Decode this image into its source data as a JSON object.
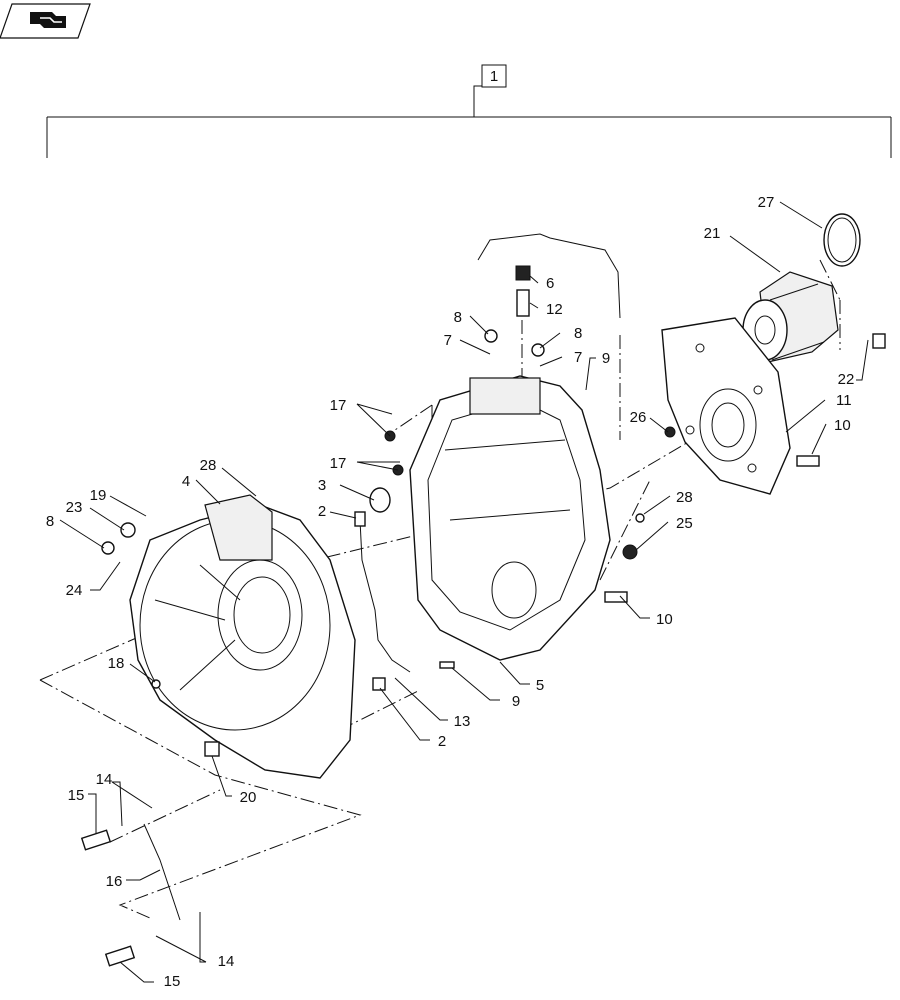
{
  "navigation": {
    "icon": "book-icon"
  },
  "assembly": {
    "label": "1"
  },
  "callouts": [
    {
      "id": "c-27",
      "text": "27"
    },
    {
      "id": "c-21",
      "text": "21"
    },
    {
      "id": "c-6",
      "text": "6"
    },
    {
      "id": "c-12",
      "text": "12"
    },
    {
      "id": "c-8a",
      "text": "8"
    },
    {
      "id": "c-8b",
      "text": "8"
    },
    {
      "id": "c-7a",
      "text": "7"
    },
    {
      "id": "c-7b",
      "text": "7"
    },
    {
      "id": "c-9a",
      "text": "9"
    },
    {
      "id": "c-22",
      "text": "22"
    },
    {
      "id": "c-26",
      "text": "26"
    },
    {
      "id": "c-11",
      "text": "11"
    },
    {
      "id": "c-10a",
      "text": "10"
    },
    {
      "id": "c-17a",
      "text": "17"
    },
    {
      "id": "c-17b",
      "text": "17"
    },
    {
      "id": "c-28a",
      "text": "28"
    },
    {
      "id": "c-4",
      "text": "4"
    },
    {
      "id": "c-3",
      "text": "3"
    },
    {
      "id": "c-19",
      "text": "19"
    },
    {
      "id": "c-23",
      "text": "23"
    },
    {
      "id": "c-2a",
      "text": "2"
    },
    {
      "id": "c-8c",
      "text": "8"
    },
    {
      "id": "c-24",
      "text": "24"
    },
    {
      "id": "c-28b",
      "text": "28"
    },
    {
      "id": "c-25",
      "text": "25"
    },
    {
      "id": "c-10b",
      "text": "10"
    },
    {
      "id": "c-18",
      "text": "18"
    },
    {
      "id": "c-9b",
      "text": "9"
    },
    {
      "id": "c-5",
      "text": "5"
    },
    {
      "id": "c-13",
      "text": "13"
    },
    {
      "id": "c-2b",
      "text": "2"
    },
    {
      "id": "c-20",
      "text": "20"
    },
    {
      "id": "c-14a",
      "text": "14"
    },
    {
      "id": "c-15a",
      "text": "15"
    },
    {
      "id": "c-16",
      "text": "16"
    },
    {
      "id": "c-14b",
      "text": "14"
    },
    {
      "id": "c-15b",
      "text": "15"
    }
  ]
}
